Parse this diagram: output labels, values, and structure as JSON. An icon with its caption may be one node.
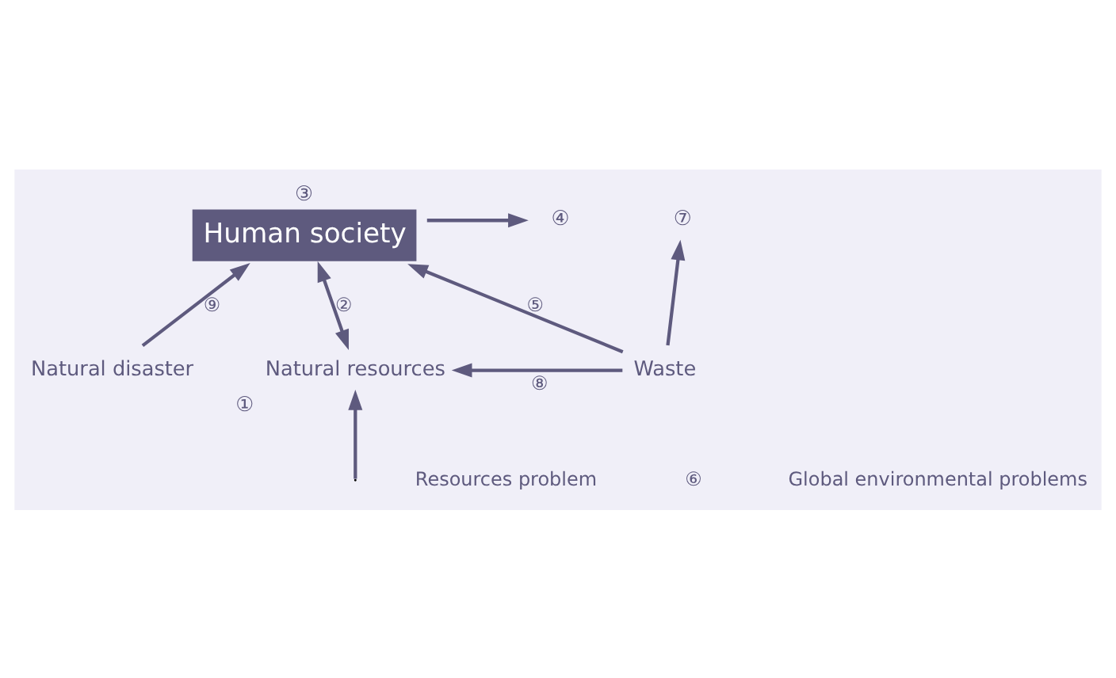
{
  "diagram": {
    "nodes": [
      {
        "text": [
          "Natural resources"
        ],
        "beside": [
          "①"
        ]
      },
      {
        "text": [
          "Human society"
        ],
        "beside": [
          "③"
        ]
      },
      {
        "text": [
          "④"
        ]
      },
      {
        "text": [
          "Natural disaster"
        ]
      },
      {
        "text": [
          "Waste"
        ]
      },
      {
        "text": [
          "⑦"
        ]
      }
    ],
    "edges": [
      {
        "from": 0,
        "to": 1,
        "arrow": "both",
        "label": "②"
      },
      {
        "from": 1,
        "to": 2,
        "arrow": "to"
      },
      {
        "from": 3,
        "to": 1,
        "arrow": "to",
        "label": "⑨"
      },
      {
        "from": 4,
        "to": 1,
        "arrow": "to",
        "label": "⑤"
      },
      {
        "from": 4,
        "to": 5,
        "arrow": "to"
      },
      {
        "from": 4,
        "to": 0,
        "arrow": "to",
        "label": "⑧"
      },
      {
        "from": null,
        "to": 0,
        "arrow": "to"
      }
    ],
    "labels": [
      "Resources problem",
      "⑥",
      "Global environmental problems"
    ]
  }
}
